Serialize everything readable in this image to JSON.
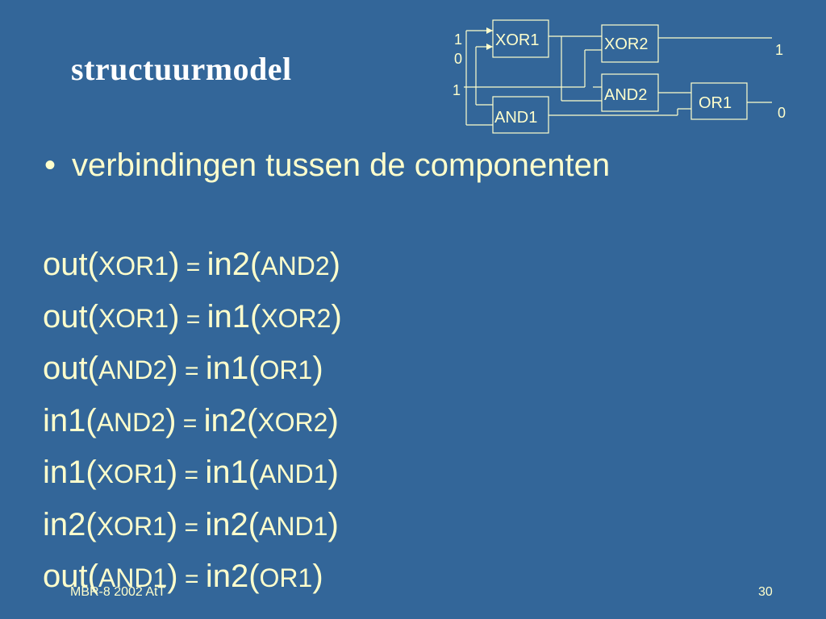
{
  "slide": {
    "title": "structuurmodel",
    "bullet": "verbindingen tussen de componenten",
    "equations": [
      {
        "f1": "out(",
        "c1": "XOR1",
        "m": ")",
        "eq": " = ",
        "f2": "in2(",
        "c2": "AND2",
        "e": ")"
      },
      {
        "f1": "out(",
        "c1": "XOR1",
        "m": ")",
        "eq": " = ",
        "f2": "in1(",
        "c2": "XOR2",
        "e": ")"
      },
      {
        "f1": "out(",
        "c1": "AND2",
        "m": ")",
        "eq": " = ",
        "f2": "in1(",
        "c2": "OR1",
        "e": ")"
      },
      {
        "f1": "in1(",
        "c1": "AND2",
        "m": ")",
        "eq": " = ",
        "f2": "in2(",
        "c2": "XOR2",
        "e": ")"
      },
      {
        "f1": "in1(",
        "c1": "XOR1",
        "m": ")",
        "eq": " = ",
        "f2": "in1(",
        "c2": "AND1",
        "e": ")"
      },
      {
        "f1": "in2(",
        "c1": "XOR1",
        "m": ")",
        "eq": " = ",
        "f2": "in2(",
        "c2": "AND1",
        "e": ")"
      },
      {
        "f1": "out(",
        "c1": "AND1",
        "m": ")",
        "eq": " = ",
        "f2": "in2(",
        "c2": "OR1",
        "e": ")"
      }
    ],
    "footer_left": "MBR-8 2002 AtT",
    "page_number": "30"
  },
  "circuit": {
    "gates": [
      "XOR1",
      "XOR2",
      "AND2",
      "AND1",
      "OR1"
    ],
    "inputs": [
      "1",
      "0",
      "1"
    ],
    "outputs": [
      "1",
      "0"
    ]
  },
  "colors": {
    "background": "#336699",
    "text": "#ffffcc",
    "title": "#ffffff",
    "lines": "#ffffcc"
  }
}
